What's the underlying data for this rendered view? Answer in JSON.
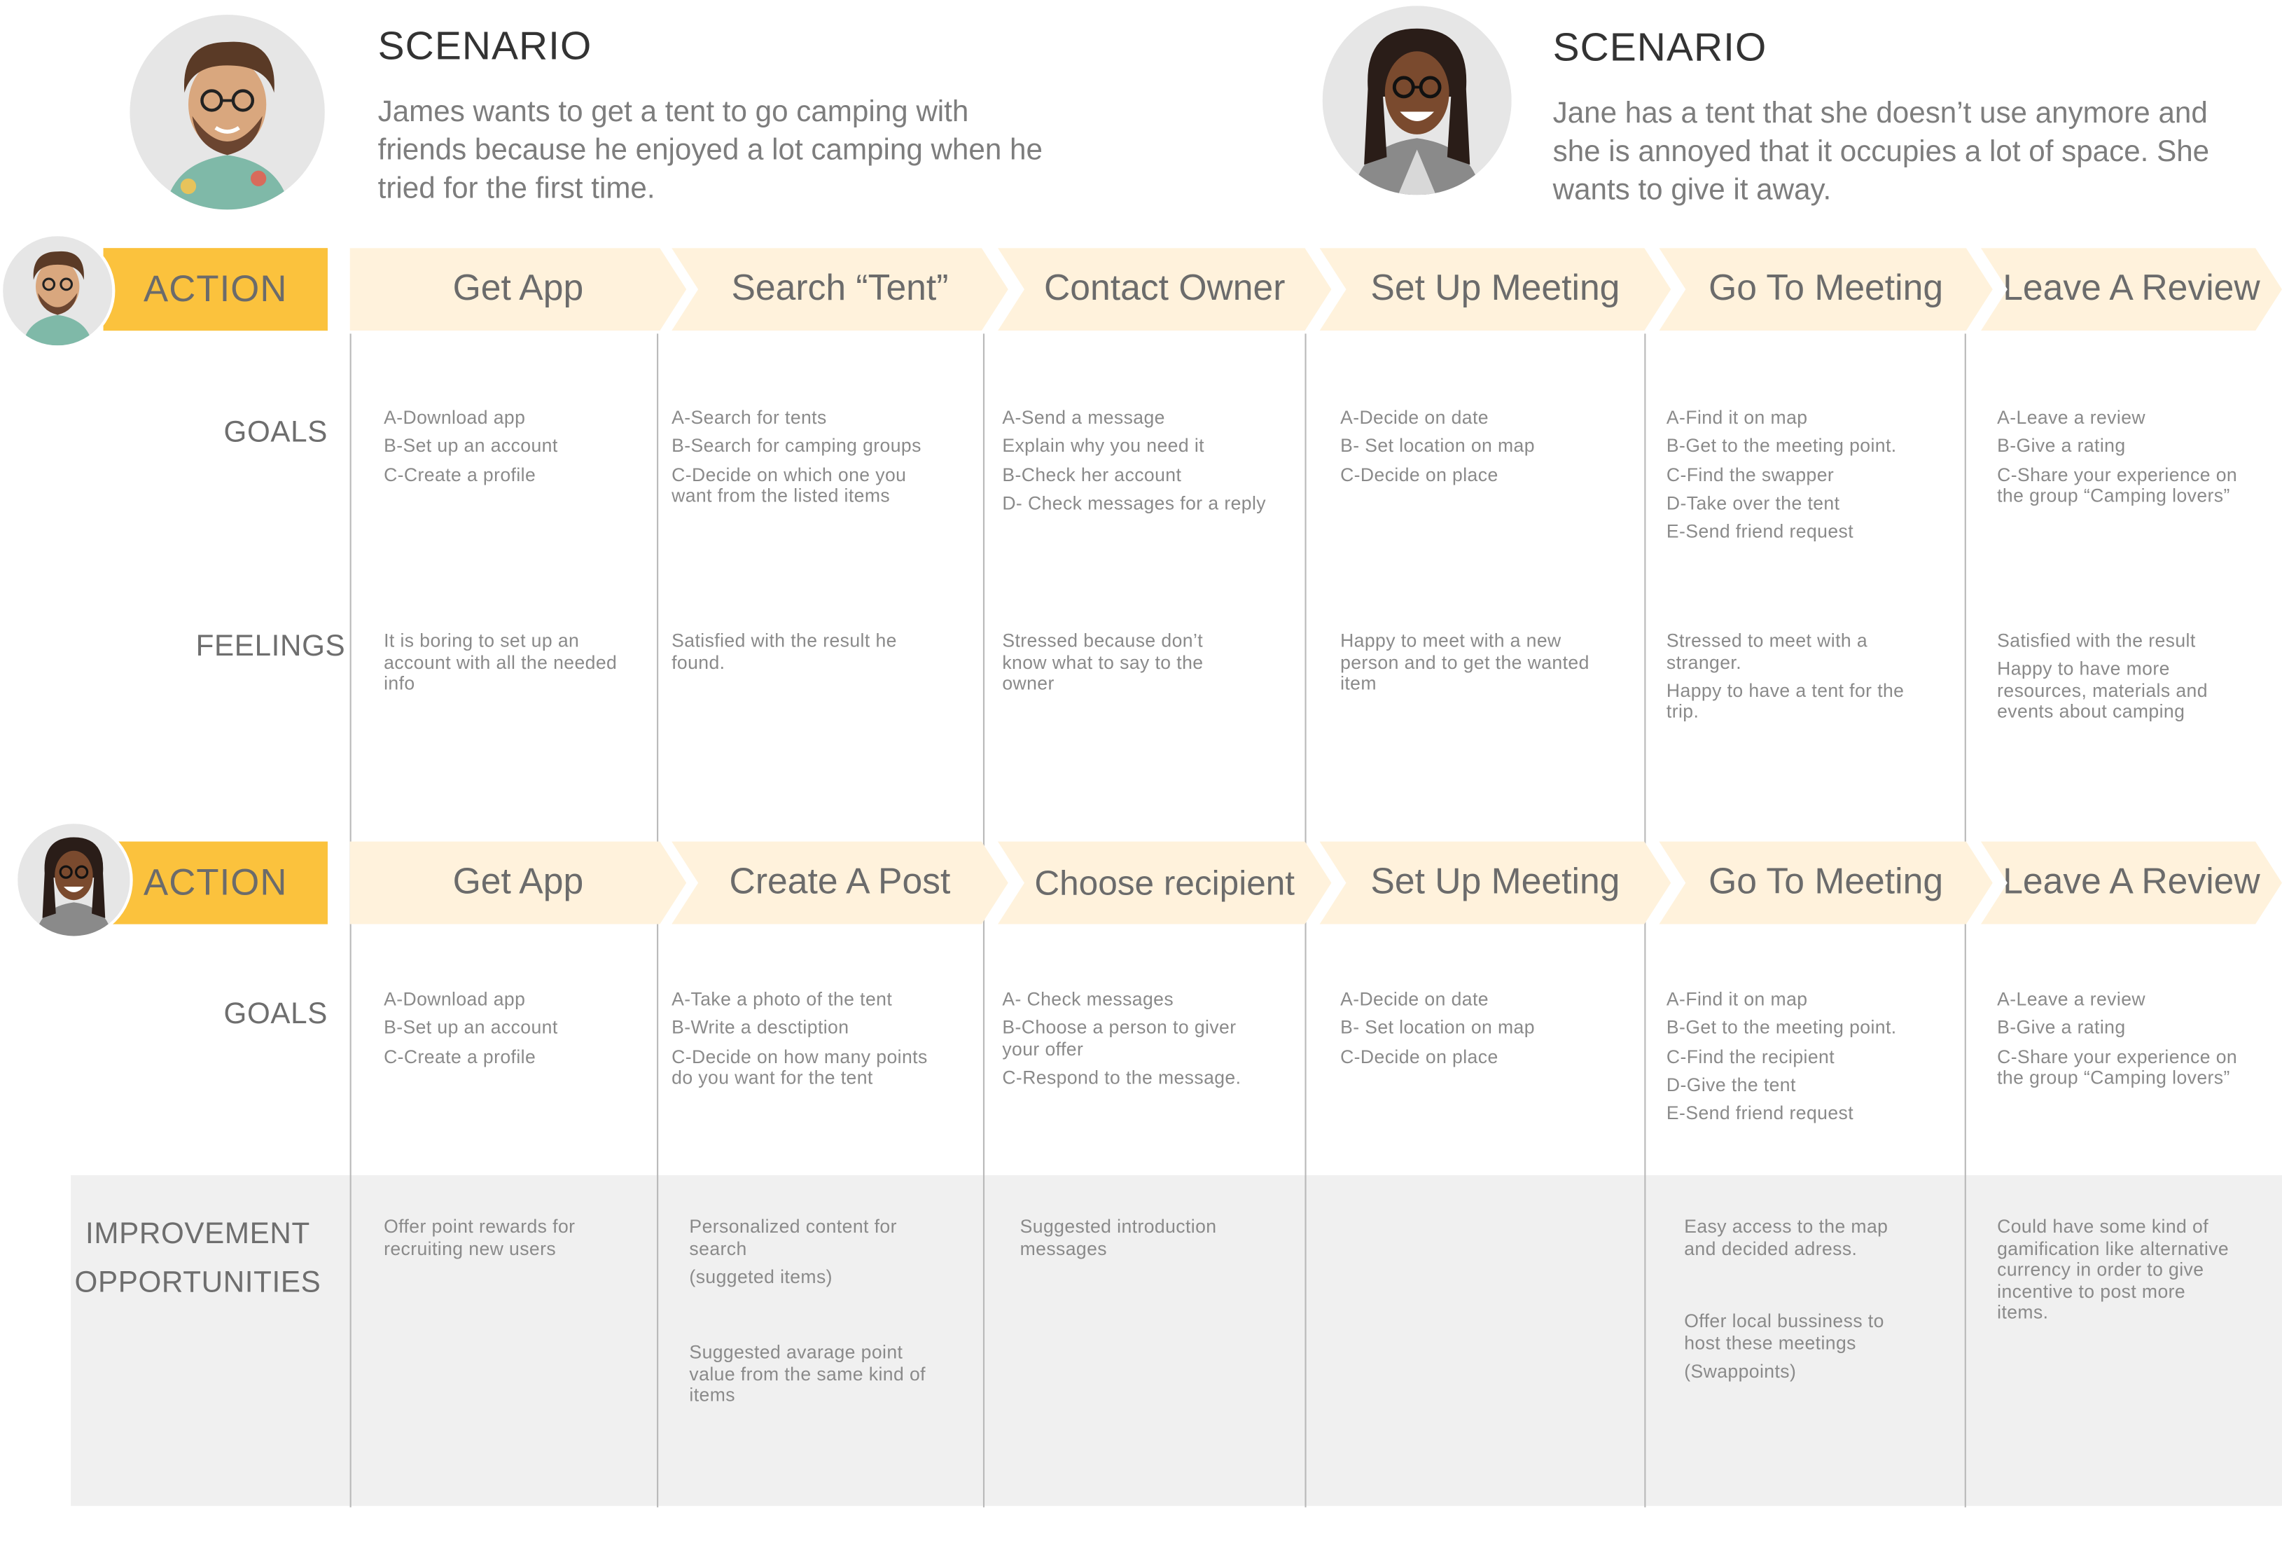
{
  "scenarios": [
    {
      "title": "SCENARIO",
      "lines": [
        "James wants to get a tent to go camping with",
        "friends because he enjoyed a lot camping when he",
        "tried for the first time."
      ]
    },
    {
      "title": "SCENARIO",
      "lines": [
        "Jane has a tent that she doesn’t use anymore and",
        "she is annoyed that it occupies a lot of space. She",
        "wants to give it away."
      ]
    }
  ],
  "james": {
    "action_label": "ACTION",
    "steps": [
      "Get App",
      "Search “Tent”",
      "Contact Owner",
      "Set Up Meeting",
      "Go To Meeting",
      "Leave A Review"
    ],
    "goals_label": "GOALS",
    "goals": [
      [
        "A-Download app",
        "B-Set up an account",
        "C-Create a profile"
      ],
      [
        "A-Search for tents",
        "B-Search for camping groups",
        "C-Decide on which one you want from the listed items"
      ],
      [
        "A-Send a message",
        "Explain why you need it",
        "B-Check her account",
        "D- Check messages for a reply"
      ],
      [
        "A-Decide on date",
        "B- Set location on map",
        "C-Decide on place"
      ],
      [
        "A-Find it on map",
        "B-Get to the meeting point.",
        "C-Find the swapper",
        "D-Take over the tent",
        "E-Send friend request"
      ],
      [
        "A-Leave a review",
        "B-Give a rating",
        "C-Share your experience on the group “Camping lovers”"
      ]
    ],
    "feelings_label": "FEELINGS",
    "feelings": [
      [
        "It is boring to set up an account with all the needed info"
      ],
      [
        "Satisfied with the result he found."
      ],
      [
        "Stressed because don’t know what to say to the owner"
      ],
      [
        "Happy to meet with a new person and to get the wanted item"
      ],
      [
        "Stressed to meet with a stranger.",
        "Happy to have a tent for the trip."
      ],
      [
        "Satisfied with the result",
        "Happy to have more resources, materials and events about camping"
      ]
    ]
  },
  "jane": {
    "action_label": "ACTION",
    "steps": [
      "Get App",
      "Create A Post",
      "Choose recipient",
      "Set Up Meeting",
      "Go To Meeting",
      "Leave A Review"
    ],
    "goals_label": "GOALS",
    "goals": [
      [
        "A-Download app",
        "B-Set up an account",
        "C-Create a profile"
      ],
      [
        "A-Take a photo of the tent",
        "B-Write a desctiption",
        "C-Decide on how many points do you want for the tent"
      ],
      [
        "A- Check messages",
        "B-Choose a person to giver your offer",
        "C-Respond to the message."
      ],
      [
        "A-Decide on date",
        "B- Set location on map",
        "C-Decide on place"
      ],
      [
        "A-Find it on map",
        "B-Get to the meeting point.",
        "C-Find the recipient",
        "D-Give the tent",
        "E-Send friend request"
      ],
      [
        "A-Leave a review",
        "B-Give a rating",
        "C-Share your experience on the group “Camping lovers”"
      ]
    ]
  },
  "improvement": {
    "label_line1": "IMPROVEMENT",
    "label_line2": "OPPORTUNITIES",
    "c1": [
      "Offer point rewards for recruiting new users"
    ],
    "c2": [
      "Personalized content for search",
      "(suggeted items)"
    ],
    "c2b": [
      "Suggested avarage point value from the same kind of items"
    ],
    "c3": [
      "Suggested introduction messages"
    ],
    "c4": [],
    "c5": [
      "Easy access to the map and decided adress."
    ],
    "c5b": [
      "Offer local bussiness to host these meetings",
      "(Swappoints)"
    ],
    "c6": [
      "Could have some kind of gamification like alternative currency in order to give incentive to post more items."
    ]
  },
  "colors": {
    "action_accent": "#fbc23d",
    "step_fill": "#fff2dc",
    "improvement_band": "#f0f0f0"
  }
}
